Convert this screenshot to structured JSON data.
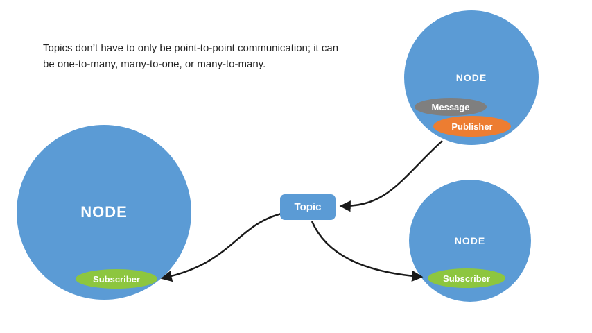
{
  "caption": "Topics don’t have to only be point-to-point communication; it can be one-to-many, many-to-one, or many-to-many.",
  "colors": {
    "node_blue": "#5B9BD5",
    "message_gray": "#7F7F7F",
    "publisher_orange": "#ED7D31",
    "subscriber_green": "#8DC63F",
    "topic_blue": "#5B9BD5",
    "arrow_black": "#1A1A1A"
  },
  "topic": {
    "label": "Topic"
  },
  "nodes": {
    "left": {
      "label": "NODE",
      "subscriber_label": "Subscriber"
    },
    "top_right": {
      "label": "NODE",
      "message_label": "Message",
      "publisher_label": "Publisher"
    },
    "bottom_right": {
      "label": "NODE",
      "subscriber_label": "Subscriber"
    }
  }
}
